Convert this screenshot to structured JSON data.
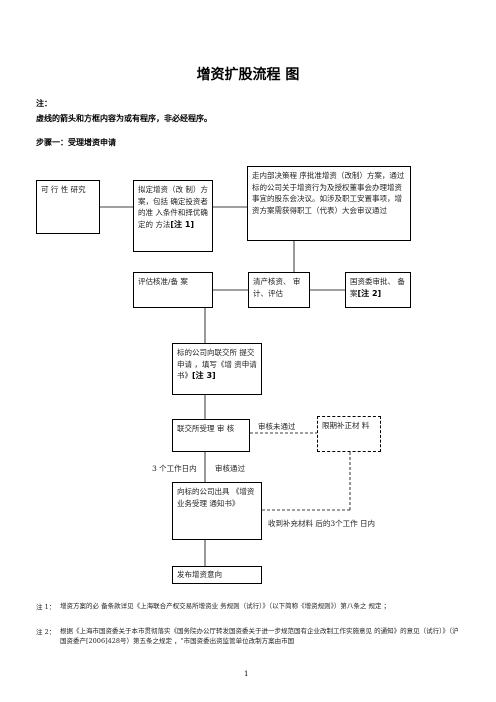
{
  "title": "增资扩股流程 图",
  "note": {
    "label": "注：",
    "text": "虚线的箭头和方框内容为或有程序，非必经程序。"
  },
  "step1": "步骤一：受理增资申请",
  "boxes": {
    "feasibility": "可 行 性 研究",
    "plan_main": "拟定增资（改 制）方案，包括 确定投资者的准 入条件和择优确 定的 方法",
    "plan_note": "[注 1]",
    "decision": "走内部决策程 序批准增资（改制）方案，通过标的公司关于增资行为及授权董事会办理增资事宜的股东会决议。如涉及职工安置事项，增资方案需获得职工（代表）大会审议通过",
    "appraisal": "评估核准/备 案",
    "audit": "清产核资、 审计、评估",
    "sasac_main": "国资委审批、 备案",
    "sasac_note": "[注 2]",
    "apply_main": "标的公司向联交所 提交申请 ，填写《增 资申请书》",
    "apply_note": "[注 3]",
    "review": "联交所受理 审 核",
    "supplement": "限期补正材 料",
    "notice": "向标的公司出具 《增资业务受理 通知书》",
    "publish": "发布增资意向"
  },
  "edge_labels": {
    "not_passed": "审核未通过",
    "three_days": "3 个工作日内",
    "passed": "审核通过",
    "after_supplement": "收到补充材料 后的3个工作 日内"
  },
  "footnotes": [
    {
      "tag": "注 1：",
      "text": "增资方案的必 备条款详见《上海联合产权交易所增资业 务规则（试行）》（以下简称《增资规则》）第八条之 规定 ；"
    },
    {
      "tag": "注 2：",
      "text": "根据《上海市国资委关于本市贯彻落实《国务院办公厅转发国资委关于进一步规范国有企业改制工作实施意见 的通知》的意见（试行）》（沪国资委产[2006]428号）第五条之规定 ，\"市国资委出资监管单位改制方案由市国"
    }
  ],
  "page_number": "1"
}
